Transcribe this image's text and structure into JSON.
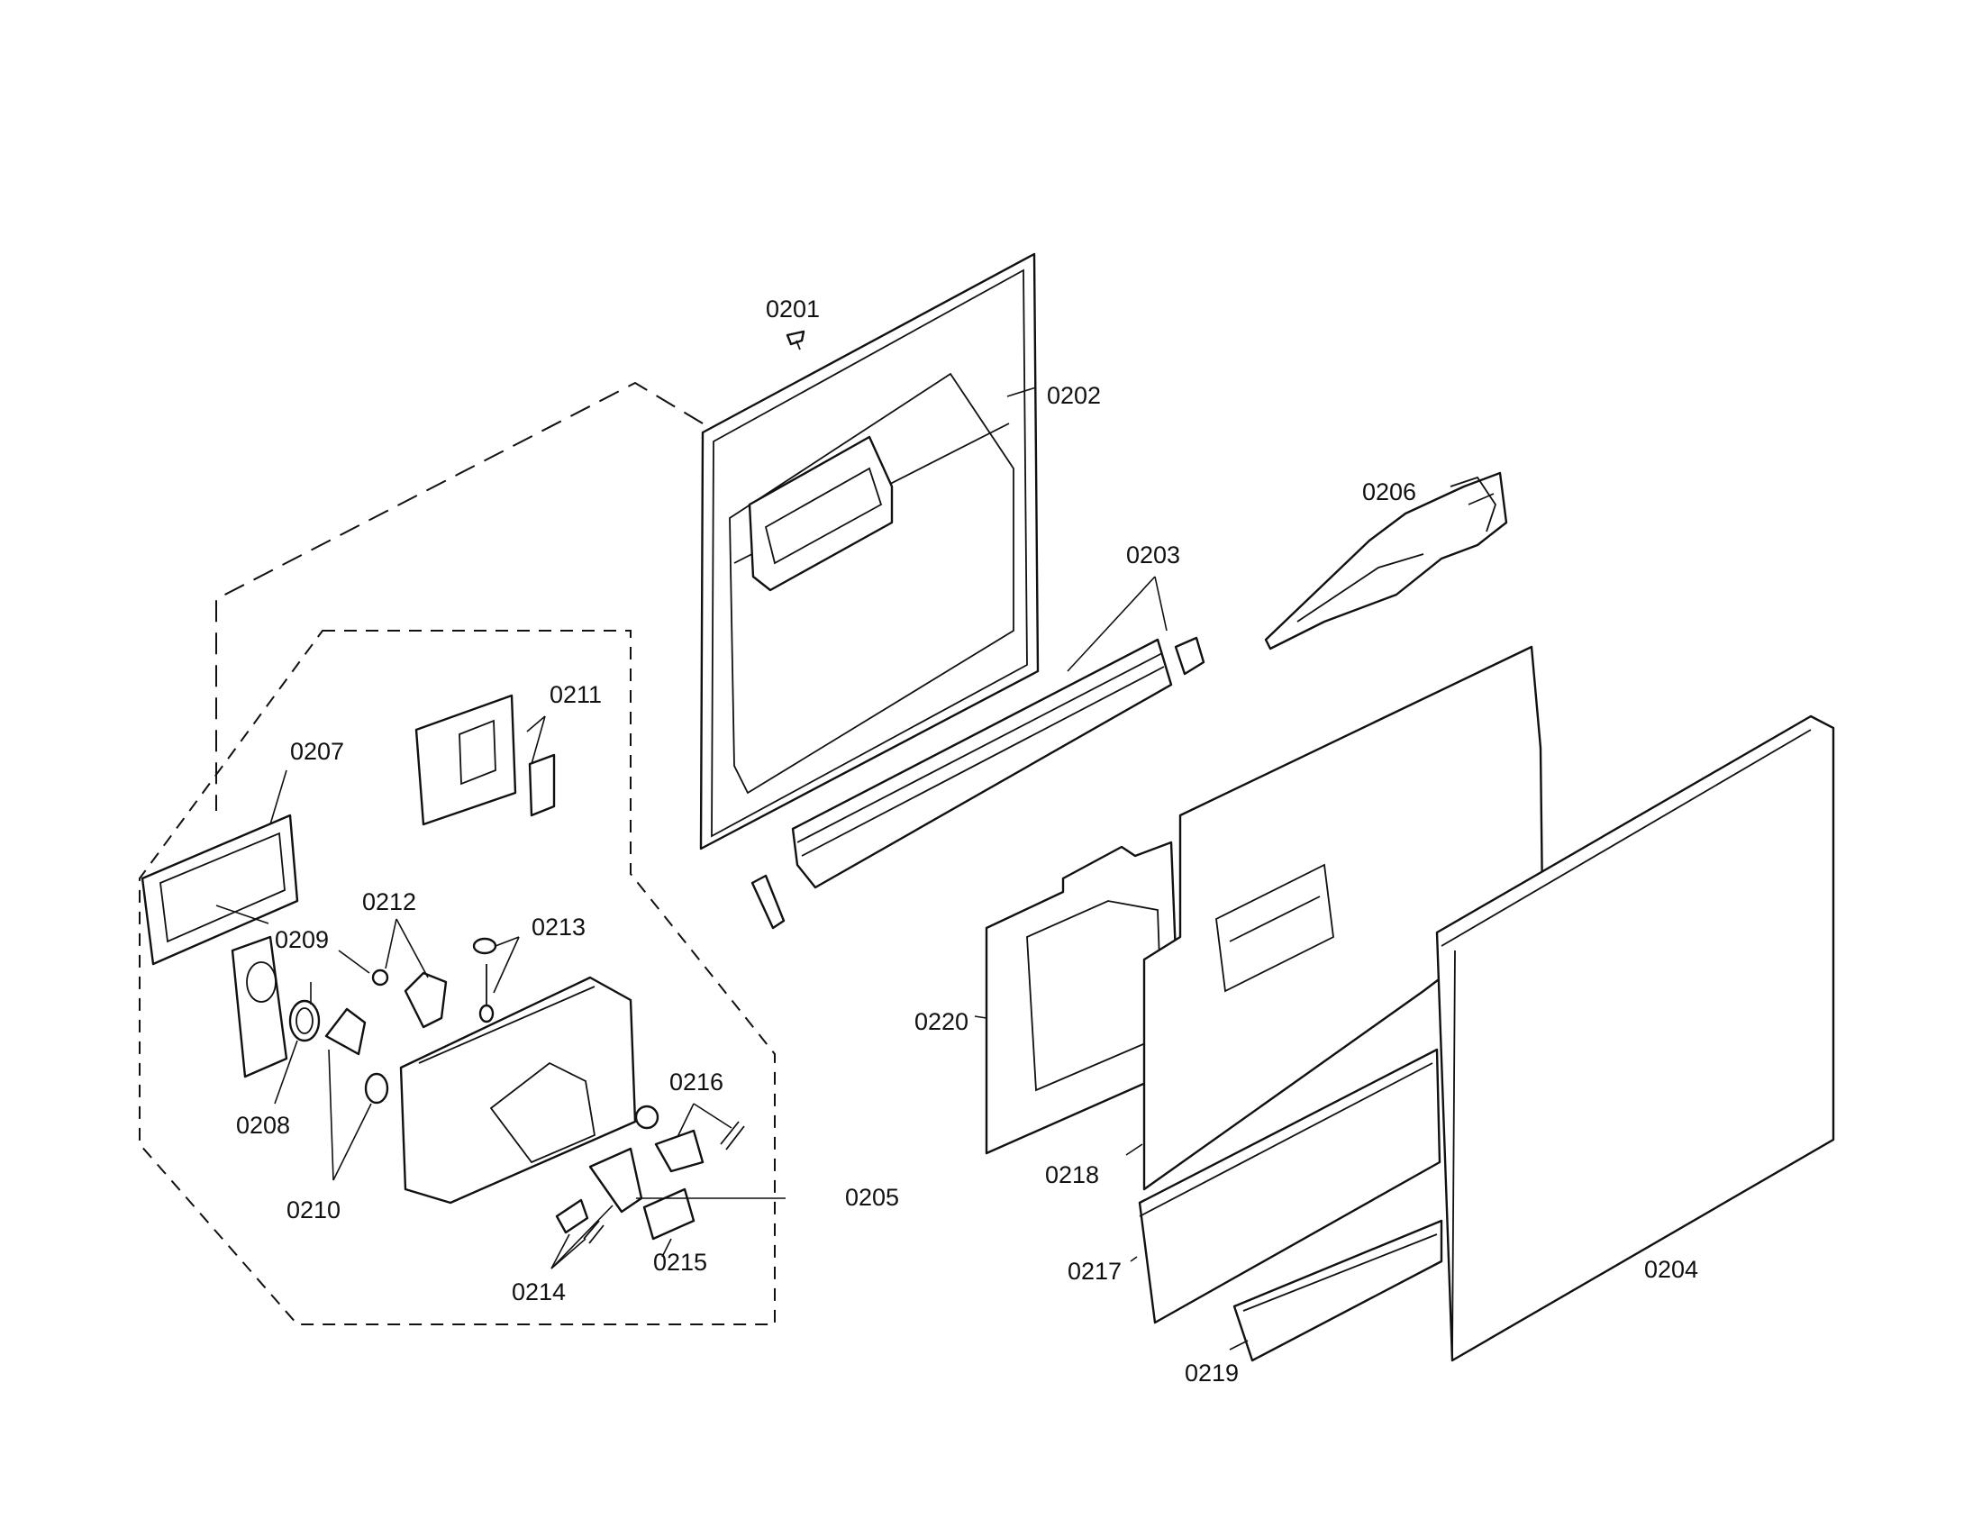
{
  "diagram": {
    "labels": {
      "p0201": "0201",
      "p0202": "0202",
      "p0203": "0203",
      "p0204": "0204",
      "p0205": "0205",
      "p0206": "0206",
      "p0207": "0207",
      "p0208": "0208",
      "p0209": "0209",
      "p0210": "0210",
      "p0211": "0211",
      "p0212": "0212",
      "p0213": "0213",
      "p0214": "0214",
      "p0215": "0215",
      "p0216": "0216",
      "p0217": "0217",
      "p0218": "0218",
      "p0219": "0219",
      "p0220": "0220"
    }
  }
}
